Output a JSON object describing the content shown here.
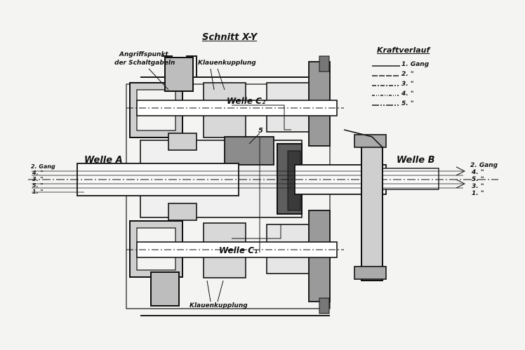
{
  "diagram": {
    "title": "Schnitt X-Y",
    "labels": {
      "angriffspunkt_line1": "Angriffspunkt",
      "angriffspunkt_line2": "der Schaltgabeln",
      "klauenkupplung_top": "Klauenkupplung",
      "klauenkupplung_bottom": "Klauenkupplung",
      "welle_c2": "Welle C₂",
      "welle_c1": "Welle C₁",
      "welle_a": "Welle A",
      "welle_b": "Welle B",
      "item_5": "5"
    },
    "legend": {
      "title": "Kraftverlauf",
      "entries": [
        "1. Gang",
        "2.  \"",
        "3.  \"",
        "4.  \"",
        "5.  \""
      ]
    },
    "left_gears": [
      "2. Gang",
      "4.  \"",
      "3.  \"",
      "5.  \"",
      "1.  \""
    ],
    "right_gears": [
      "2. Gang",
      "4.  \"",
      "5.  \"",
      "3.  \"",
      "1.  \""
    ]
  }
}
